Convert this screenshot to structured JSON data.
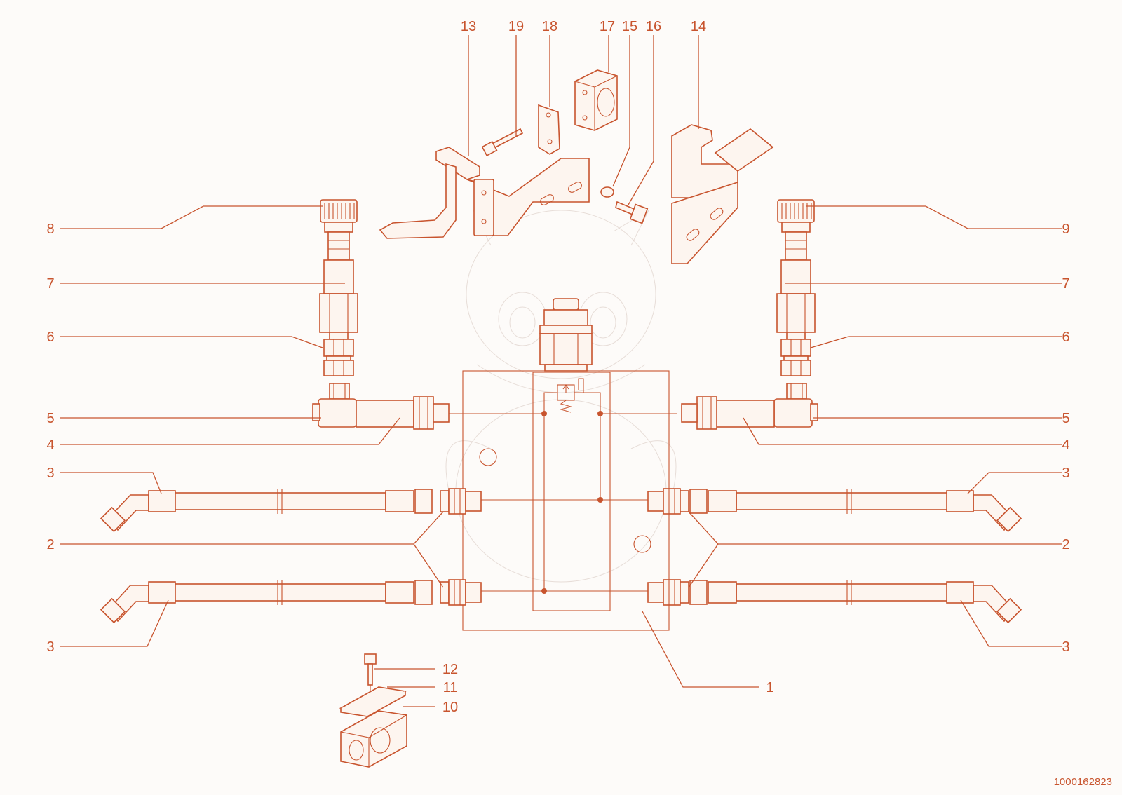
{
  "colors": {
    "line": "#c8542e",
    "background": "#fdfbf9"
  },
  "document_number": "1000162823",
  "callouts": {
    "p1": "1",
    "p2_left": "2",
    "p2_right": "2",
    "p3_left_top": "3",
    "p3_right_top": "3",
    "p3_left_bottom": "3",
    "p3_right_bottom": "3",
    "p4_left": "4",
    "p4_right": "4",
    "p5_left": "5",
    "p5_right": "5",
    "p6_left": "6",
    "p6_right": "6",
    "p7_left": "7",
    "p7_right": "7",
    "p8": "8",
    "p9": "9",
    "p10": "10",
    "p11": "11",
    "p12": "12",
    "p13": "13",
    "p14": "14",
    "p15": "15",
    "p16": "16",
    "p17": "17",
    "p18": "18",
    "p19": "19"
  }
}
